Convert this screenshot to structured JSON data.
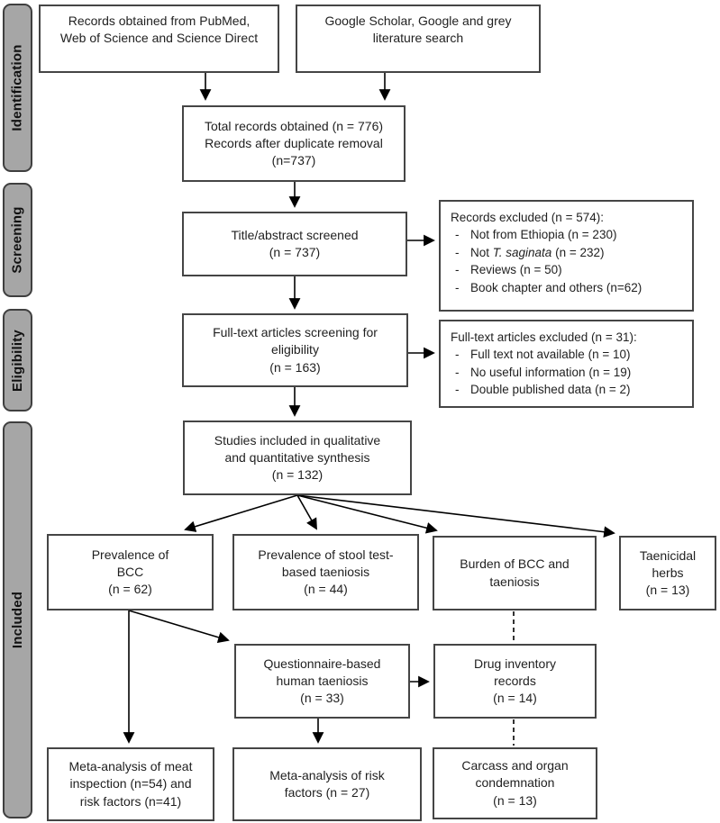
{
  "flow": {
    "bullet": "-",
    "stages": [
      {
        "label": "Identification"
      },
      {
        "label": "Screening"
      },
      {
        "label": "Eligibility"
      },
      {
        "label": "Included"
      }
    ],
    "boxes": {
      "pubmed": "Records obtained from PubMed,\nWeb of Science and Science Direct",
      "google": "Google Scholar, Google and grey\nliterature search",
      "total": "Total records obtained (n = 776)\nRecords after duplicate removal\n(n=737)",
      "screened": "Title/abstract screened\n(n = 737)",
      "fulltext": "Full-text articles screening for\neligibility\n(n = 163)",
      "synthesis": "Studies included in qualitative\nand quantitative synthesis\n(n = 132)",
      "bcc": "Prevalence of\nBCC\n(n = 62)",
      "stool": "Prevalence of stool test-\nbased taeniosis\n(n = 44)",
      "burden": "Burden of BCC and\ntaeniosis",
      "herbs": "Taenicidal\nherbs\n(n = 13)",
      "questionnaire": "Questionnaire-based\nhuman taeniosis\n(n = 33)",
      "drug": "Drug inventory\nrecords\n(n = 14)",
      "meat": "Meta-analysis of meat\ninspection (n=54) and\nrisk factors (n=41)",
      "risk": "Meta-analysis of risk\nfactors (n = 27)",
      "carcass": "Carcass and organ\ncondemnation\n(n = 13)"
    },
    "records_excluded": {
      "title": "Records excluded (n = 574):",
      "item1": "Not from Ethiopia (n = 230)",
      "item2_prefix": "Not ",
      "item2_species": "T. saginata",
      "item2_suffix": " (n = 232)",
      "item3": "Reviews (n = 50)",
      "item4": "Book chapter and others (n=62)"
    },
    "fulltext_excluded": {
      "title": "Full-text articles excluded (n = 31):",
      "item1": "Full text not available (n = 10)",
      "item2": "No useful information (n = 19)",
      "item3": "Double published data (n = 2)"
    },
    "colors": {
      "stage_fill": "#a6a6a6",
      "box_border": "#454545",
      "arrow": "#000000"
    }
  }
}
